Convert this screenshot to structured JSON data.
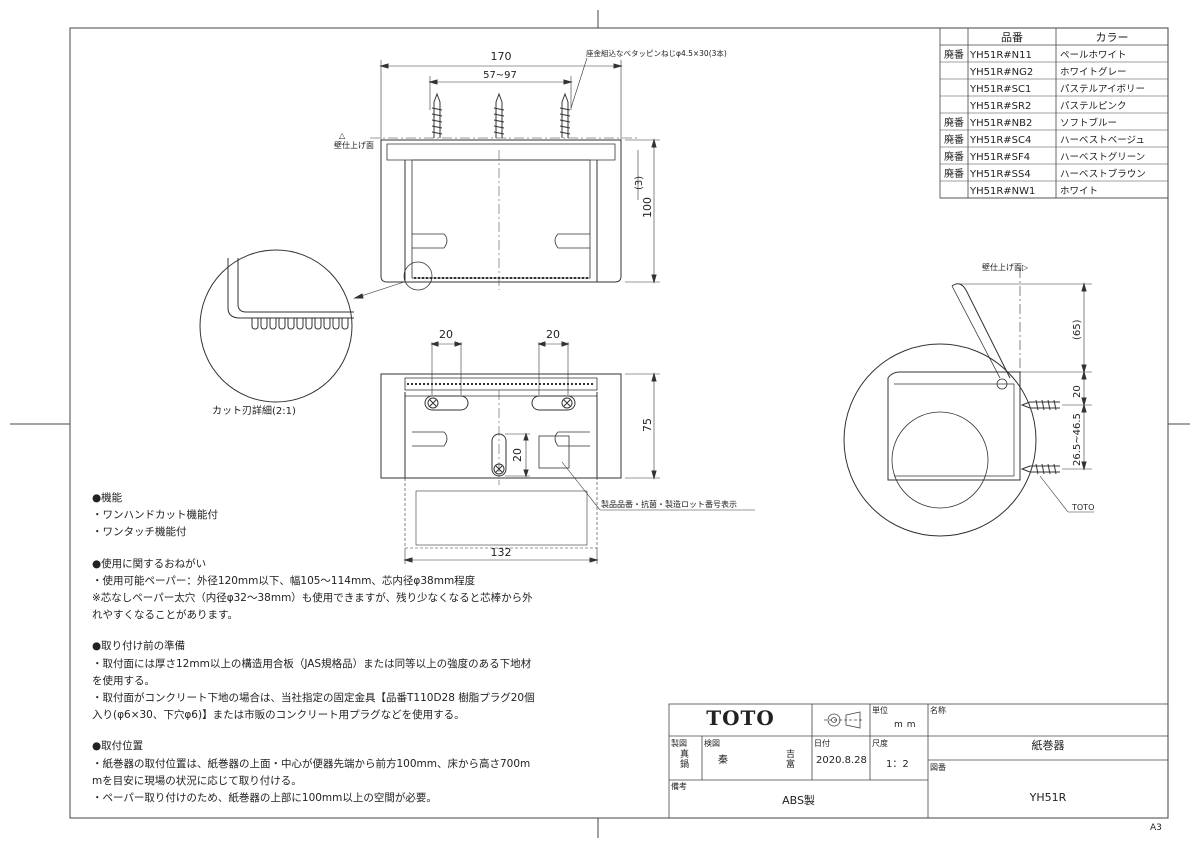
{
  "parts_table": {
    "header_part": "品番",
    "header_color": "カラー",
    "rows": [
      {
        "status": "廃番",
        "part": "YH51R#N11",
        "color": "ペールホワイト"
      },
      {
        "status": "",
        "part": "YH51R#NG2",
        "color": "ホワイトグレー"
      },
      {
        "status": "",
        "part": "YH51R#SC1",
        "color": "パステルアイボリー"
      },
      {
        "status": "",
        "part": "YH51R#SR2",
        "color": "パステルピンク"
      },
      {
        "status": "廃番",
        "part": "YH51R#NB2",
        "color": "ソフトブルー"
      },
      {
        "status": "廃番",
        "part": "YH51R#SC4",
        "color": "ハーベストベージュ"
      },
      {
        "status": "廃番",
        "part": "YH51R#SF4",
        "color": "ハーベストグリーン"
      },
      {
        "status": "廃番",
        "part": "YH51R#SS4",
        "color": "ハーベストブラウン"
      },
      {
        "status": "",
        "part": "YH51R#NW1",
        "color": "ホワイト"
      }
    ]
  },
  "drawing": {
    "dim_170": "170",
    "dim_57_97": "57~97",
    "screw_note": "座金組込なべタッピンねじφ4.5×30(3本)",
    "wall_finish": "壁仕上げ面",
    "dim_3": "(3)",
    "dim_100": "100",
    "detail_label": "カット刃詳細(2:1)",
    "dim_20a": "20",
    "dim_20b": "20",
    "dim_20c": "20",
    "dim_75": "75",
    "dim_132": "132",
    "lot_note": "製品品番・抗菌・製造ロット番号表示",
    "side_wall_finish": "壁仕上げ面▷",
    "dim_65": "(65)",
    "dim_20d": "20",
    "dim_26_46": "26.5~46.5",
    "toto_mark": "TOTO"
  },
  "notes": {
    "func_title": "●機能",
    "func_1": "・ワンハンドカット機能付",
    "func_2": "・ワンタッチ機能付",
    "use_title": "●使用に関するおねがい",
    "use_1": "・使用可能ペーパー：外径120mm以下、幅105～114mm、芯内径φ38mm程度",
    "use_2": "※芯なしペーパー太穴（内径φ32～38mm）も使用できますが、残り少なくなると芯棒から外",
    "use_3": "れやすくなることがあります。",
    "prep_title": "●取り付け前の準備",
    "prep_1": "・取付面には厚さ12mm以上の構造用合板（JAS規格品）または同等以上の強度のある下地材",
    "prep_2": "を使用する。",
    "prep_3": "・取付面がコンクリート下地の場合は、当社指定の固定金具【品番T110D28 樹脂プラグ20個",
    "prep_4": "入り(φ6×30、下穴φ6)】または市販のコンクリート用プラグなどを使用する。",
    "pos_title": "●取付位置",
    "pos_1": "・紙巻器の取付位置は、紙巻器の上面・中心が便器先端から前方100mm、床から高さ700m",
    "pos_2": "mを目安に現場の状況に応じて取り付ける。",
    "pos_3": "・ペーパー取り付けのため、紙巻器の上部に100mm以上の空間が必要。"
  },
  "title_block": {
    "brand": "TOTO",
    "unit_label": "単位",
    "unit": "mm",
    "name_label": "名称",
    "name": "紙巻器",
    "drawn_label": "製図",
    "drawn_by": "真鍋",
    "checked_label": "検図",
    "checked_by": "秦",
    "approved_by": "吉富",
    "date_label": "日付",
    "date": "2020.8.28",
    "scale_label": "尺度",
    "scale": "1：2",
    "drawing_no_label": "図番",
    "drawing_no": "YH51R",
    "remarks_label": "備考",
    "material": "ABS製",
    "sheet_size": "A3"
  }
}
